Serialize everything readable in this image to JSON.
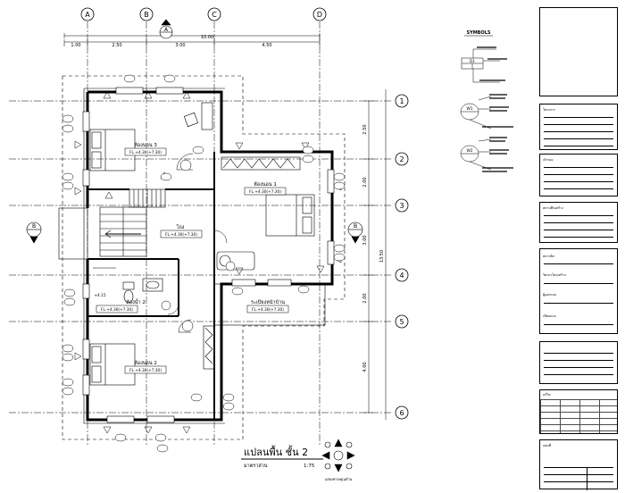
{
  "grid": {
    "columns": [
      "A",
      "B",
      "C",
      "D"
    ],
    "rows": [
      "1",
      "2",
      "3",
      "4",
      "5",
      "6"
    ]
  },
  "dims": {
    "top_segments": [
      "1.00",
      "2.50",
      "3.00",
      "4.50"
    ],
    "top_total": "10.00",
    "right_segments": [
      "2.50",
      "2.00",
      "3.00",
      "2.00",
      "4.00"
    ],
    "right_total": "13.50"
  },
  "rooms": {
    "bedroom3": {
      "name": "ห้องนอน 3",
      "level": "FL.+4.30(+7.30)"
    },
    "bedroom1": {
      "name": "ห้องนอน 1",
      "level": "FL.+4.30(+7.30)"
    },
    "hall": {
      "name": "โถง",
      "level": "FL.+4.30(+7.30)"
    },
    "bath2": {
      "name": "ห้องน้ำ 2",
      "level": "FL.+4.30(+7.30)"
    },
    "bedroom2": {
      "name": "ห้องนอน 2",
      "level": "FL.+4.30(+7.30)"
    },
    "balcony": {
      "name": "ระเบียงหน้าบ้าน",
      "level": "FL.+4.30(+7.30)"
    },
    "stair_level": "+4.15"
  },
  "section_marks": {
    "left": "B",
    "right": "B",
    "top": "A"
  },
  "title": {
    "name": "แปลนพื้น ชั้น 2",
    "scale_label": "มาตราส่วน",
    "scale": "1:75"
  },
  "compass_label": "แสดงทางหมุนด้าน",
  "symbols": {
    "heading": "SYMBOLS",
    "door_mark": "D1",
    "window_mark_1": "W1",
    "window_mark_2": "W2"
  },
  "title_block": {
    "project_label": "โครงการ",
    "owner_label": "เจ้าของ",
    "location_label": "สถานที่ก่อสร้าง",
    "architect_label": "สถาปนิก",
    "engineer_label": "วิศวกรโครงสร้าง",
    "systems_label": "ผู้ออกแบบ",
    "drafter_label": "เขียนแบบ",
    "revision_label": "แก้ไข",
    "sheet_label": "แผ่นที่"
  }
}
